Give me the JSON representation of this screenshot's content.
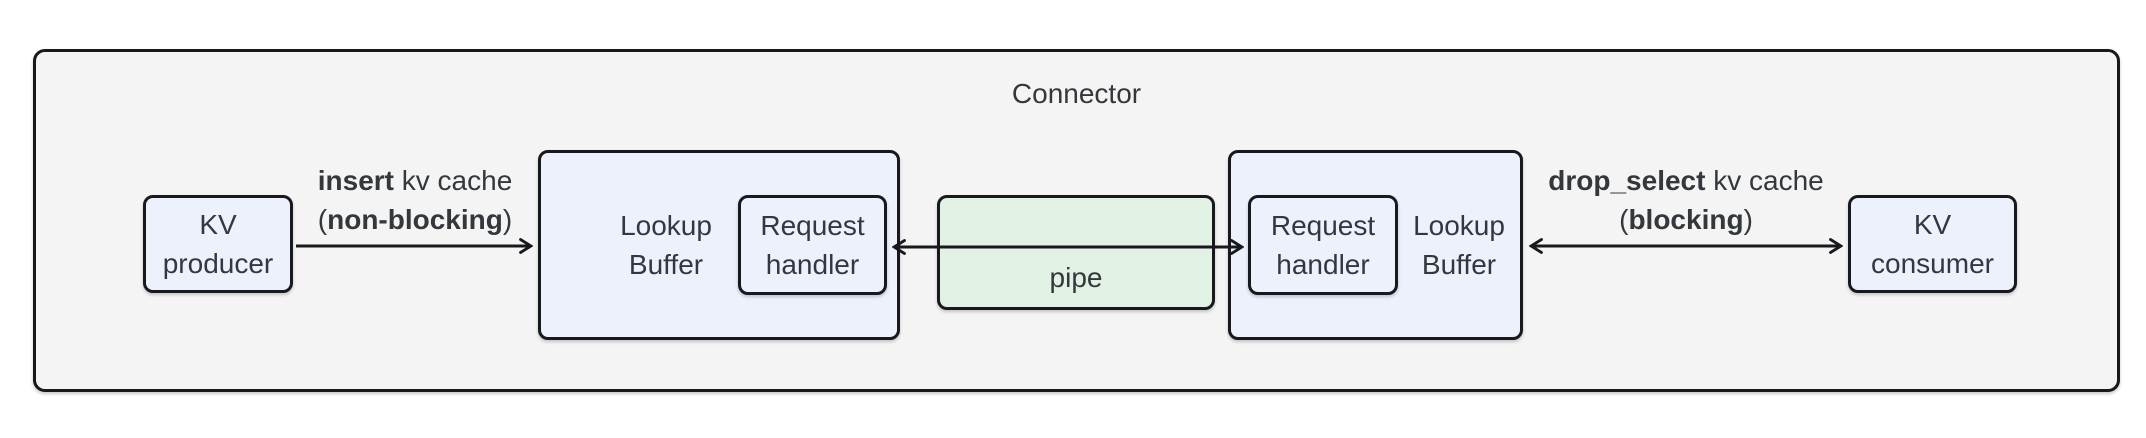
{
  "diagram": {
    "title": "Connector",
    "nodes": {
      "kv_producer": "KV\nproducer",
      "lookup_buffer_left": "Lookup\nBuffer",
      "request_handler_left": "Request\nhandler",
      "pipe": "pipe",
      "request_handler_right": "Request\nhandler",
      "lookup_buffer_right": "Lookup\nBuffer",
      "kv_consumer": "KV\nconsumer"
    },
    "edges": {
      "insert": {
        "verb": "insert",
        "suffix": " kv cache",
        "paren_open": "(",
        "mode": "non-blocking",
        "paren_close": ")"
      },
      "drop_select": {
        "verb": "drop_select",
        "suffix": " kv cache",
        "paren_open": "(",
        "mode": "blocking",
        "paren_close": ")"
      }
    },
    "colors": {
      "node_fill": "#edf1fb",
      "pipe_fill": "#e1f1e4",
      "container_fill": "#f4f4f4",
      "border": "#17191c",
      "text": "#33383d",
      "background": "#ffffff"
    }
  }
}
